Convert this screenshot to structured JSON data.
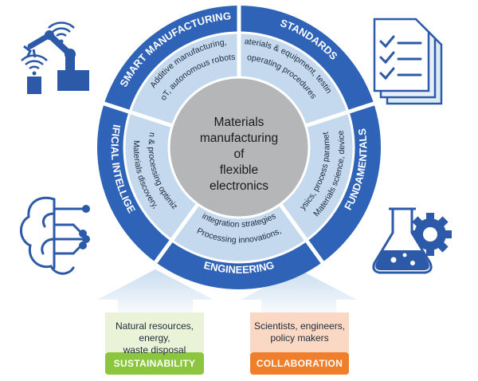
{
  "center": {
    "lines": [
      "Materials",
      "manufacturing",
      "of",
      "flexible",
      "electronics"
    ]
  },
  "segments": {
    "smart_manufacturing": {
      "title": "SMART MANUFACTURING",
      "detail": [
        "Additive manufacturing,",
        "IoT, autonomous robots"
      ]
    },
    "standards": {
      "title": "STANDARDS",
      "detail": [
        "Materials & equipment, testing,",
        "operating procedures"
      ]
    },
    "fundamentals": {
      "title": "FUNDAMENTALS",
      "detail": [
        "Materials science, device",
        "physics, process parameters"
      ]
    },
    "engineering": {
      "title": "ENGINEERING",
      "detail": [
        "Processing innovations,",
        "integration strategies"
      ]
    },
    "artificial_intelligence": {
      "title": "ARTIFICIAL INTELLIGENCE",
      "detail": [
        "Materials discovery,",
        "design & processing optimization"
      ]
    }
  },
  "boxes": {
    "sustainability": {
      "text": [
        "Natural resources, energy,",
        "waste disposal"
      ],
      "label": "SUSTAINABILITY"
    },
    "collaboration": {
      "text": [
        "Scientists, engineers,",
        "policy makers"
      ],
      "label": "COLLABORATION"
    }
  },
  "colors": {
    "ring_blue": "#2e63b7",
    "inner_light": "#c5d9ee",
    "center_gray": "#b4b6b8",
    "icon_blue": "#2c5aa8",
    "sustainability_green": "#8cc63f",
    "sustainability_bg": "#eaf3d8",
    "collaboration_orange": "#f07f2c",
    "collaboration_bg": "#fbd8c3",
    "arrow_blue": "#c9ddef"
  },
  "icons": [
    "robot-arm-wifi-icon",
    "checklist-documents-icon",
    "brain-circuit-icon",
    "flask-gear-icon"
  ]
}
